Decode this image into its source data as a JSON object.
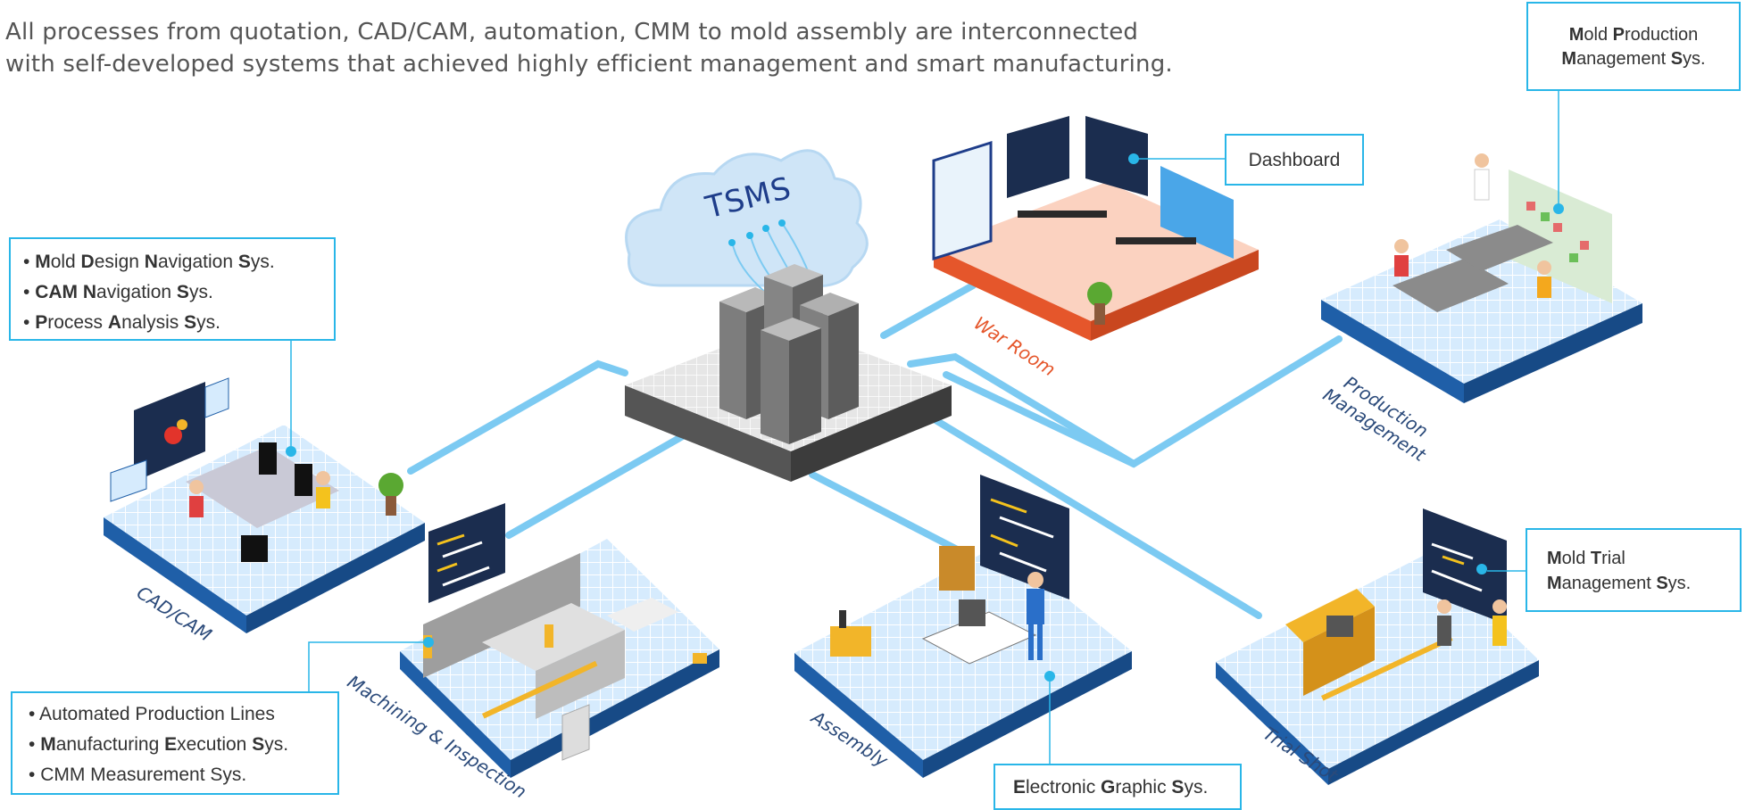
{
  "headline": {
    "line1": "All processes from quotation, CAD/CAM, automation, CMM to mold assembly are interconnected",
    "line2": "with self-developed systems that achieved highly efficient management and smart manufacturing."
  },
  "hub": {
    "label": "TSMS"
  },
  "zones": {
    "cadcam": "CAD/CAM",
    "machining": "Machining & Inspection",
    "assembly": "Assembly",
    "trial_shot": "Trial Shot",
    "war_room": "War Room",
    "production_line1": "Production",
    "production_line2": "Management"
  },
  "callouts": {
    "cadcam": [
      {
        "b1": "M",
        "t1": "old ",
        "b2": "D",
        "t2": "esign ",
        "b3": "N",
        "t3": "avigation ",
        "b4": "S",
        "t4": "ys."
      },
      {
        "b1": "CAM N",
        "t1": "avigation ",
        "b2": "S",
        "t2": "ys."
      },
      {
        "b1": "P",
        "t1": "rocess ",
        "b2": "A",
        "t2": "nalysis ",
        "b3": "S",
        "t3": "ys."
      }
    ],
    "machining": [
      "Automated Production Lines",
      {
        "b1": "M",
        "t1": "anufacturing ",
        "b2": "E",
        "t2": "xecution ",
        "b3": "S",
        "t3": "ys."
      },
      "CMM Measurement Sys."
    ],
    "mold_production": {
      "b1": "M",
      "t1": "old ",
      "b2": "P",
      "t2": "roduction",
      "b3": "M",
      "t3": "anagement ",
      "b4": "S",
      "t4": "ys."
    },
    "dashboard": "Dashboard",
    "mold_trial": {
      "b1": "M",
      "t1": "old ",
      "b2": "T",
      "t2": "rial",
      "b3": "M",
      "t3": "anagement ",
      "b4": "S",
      "t4": "ys."
    },
    "egs": {
      "b1": "E",
      "t1": "lectronic ",
      "b2": "G",
      "t2": "raphic ",
      "b3": "S",
      "t3": "ys."
    }
  },
  "colors": {
    "accent": "#29b6e8",
    "platform_blue": "#1f5fa8",
    "tile_light": "#cfe6fb",
    "war_room": "#f08a5d",
    "navy": "#1e3d8a"
  }
}
